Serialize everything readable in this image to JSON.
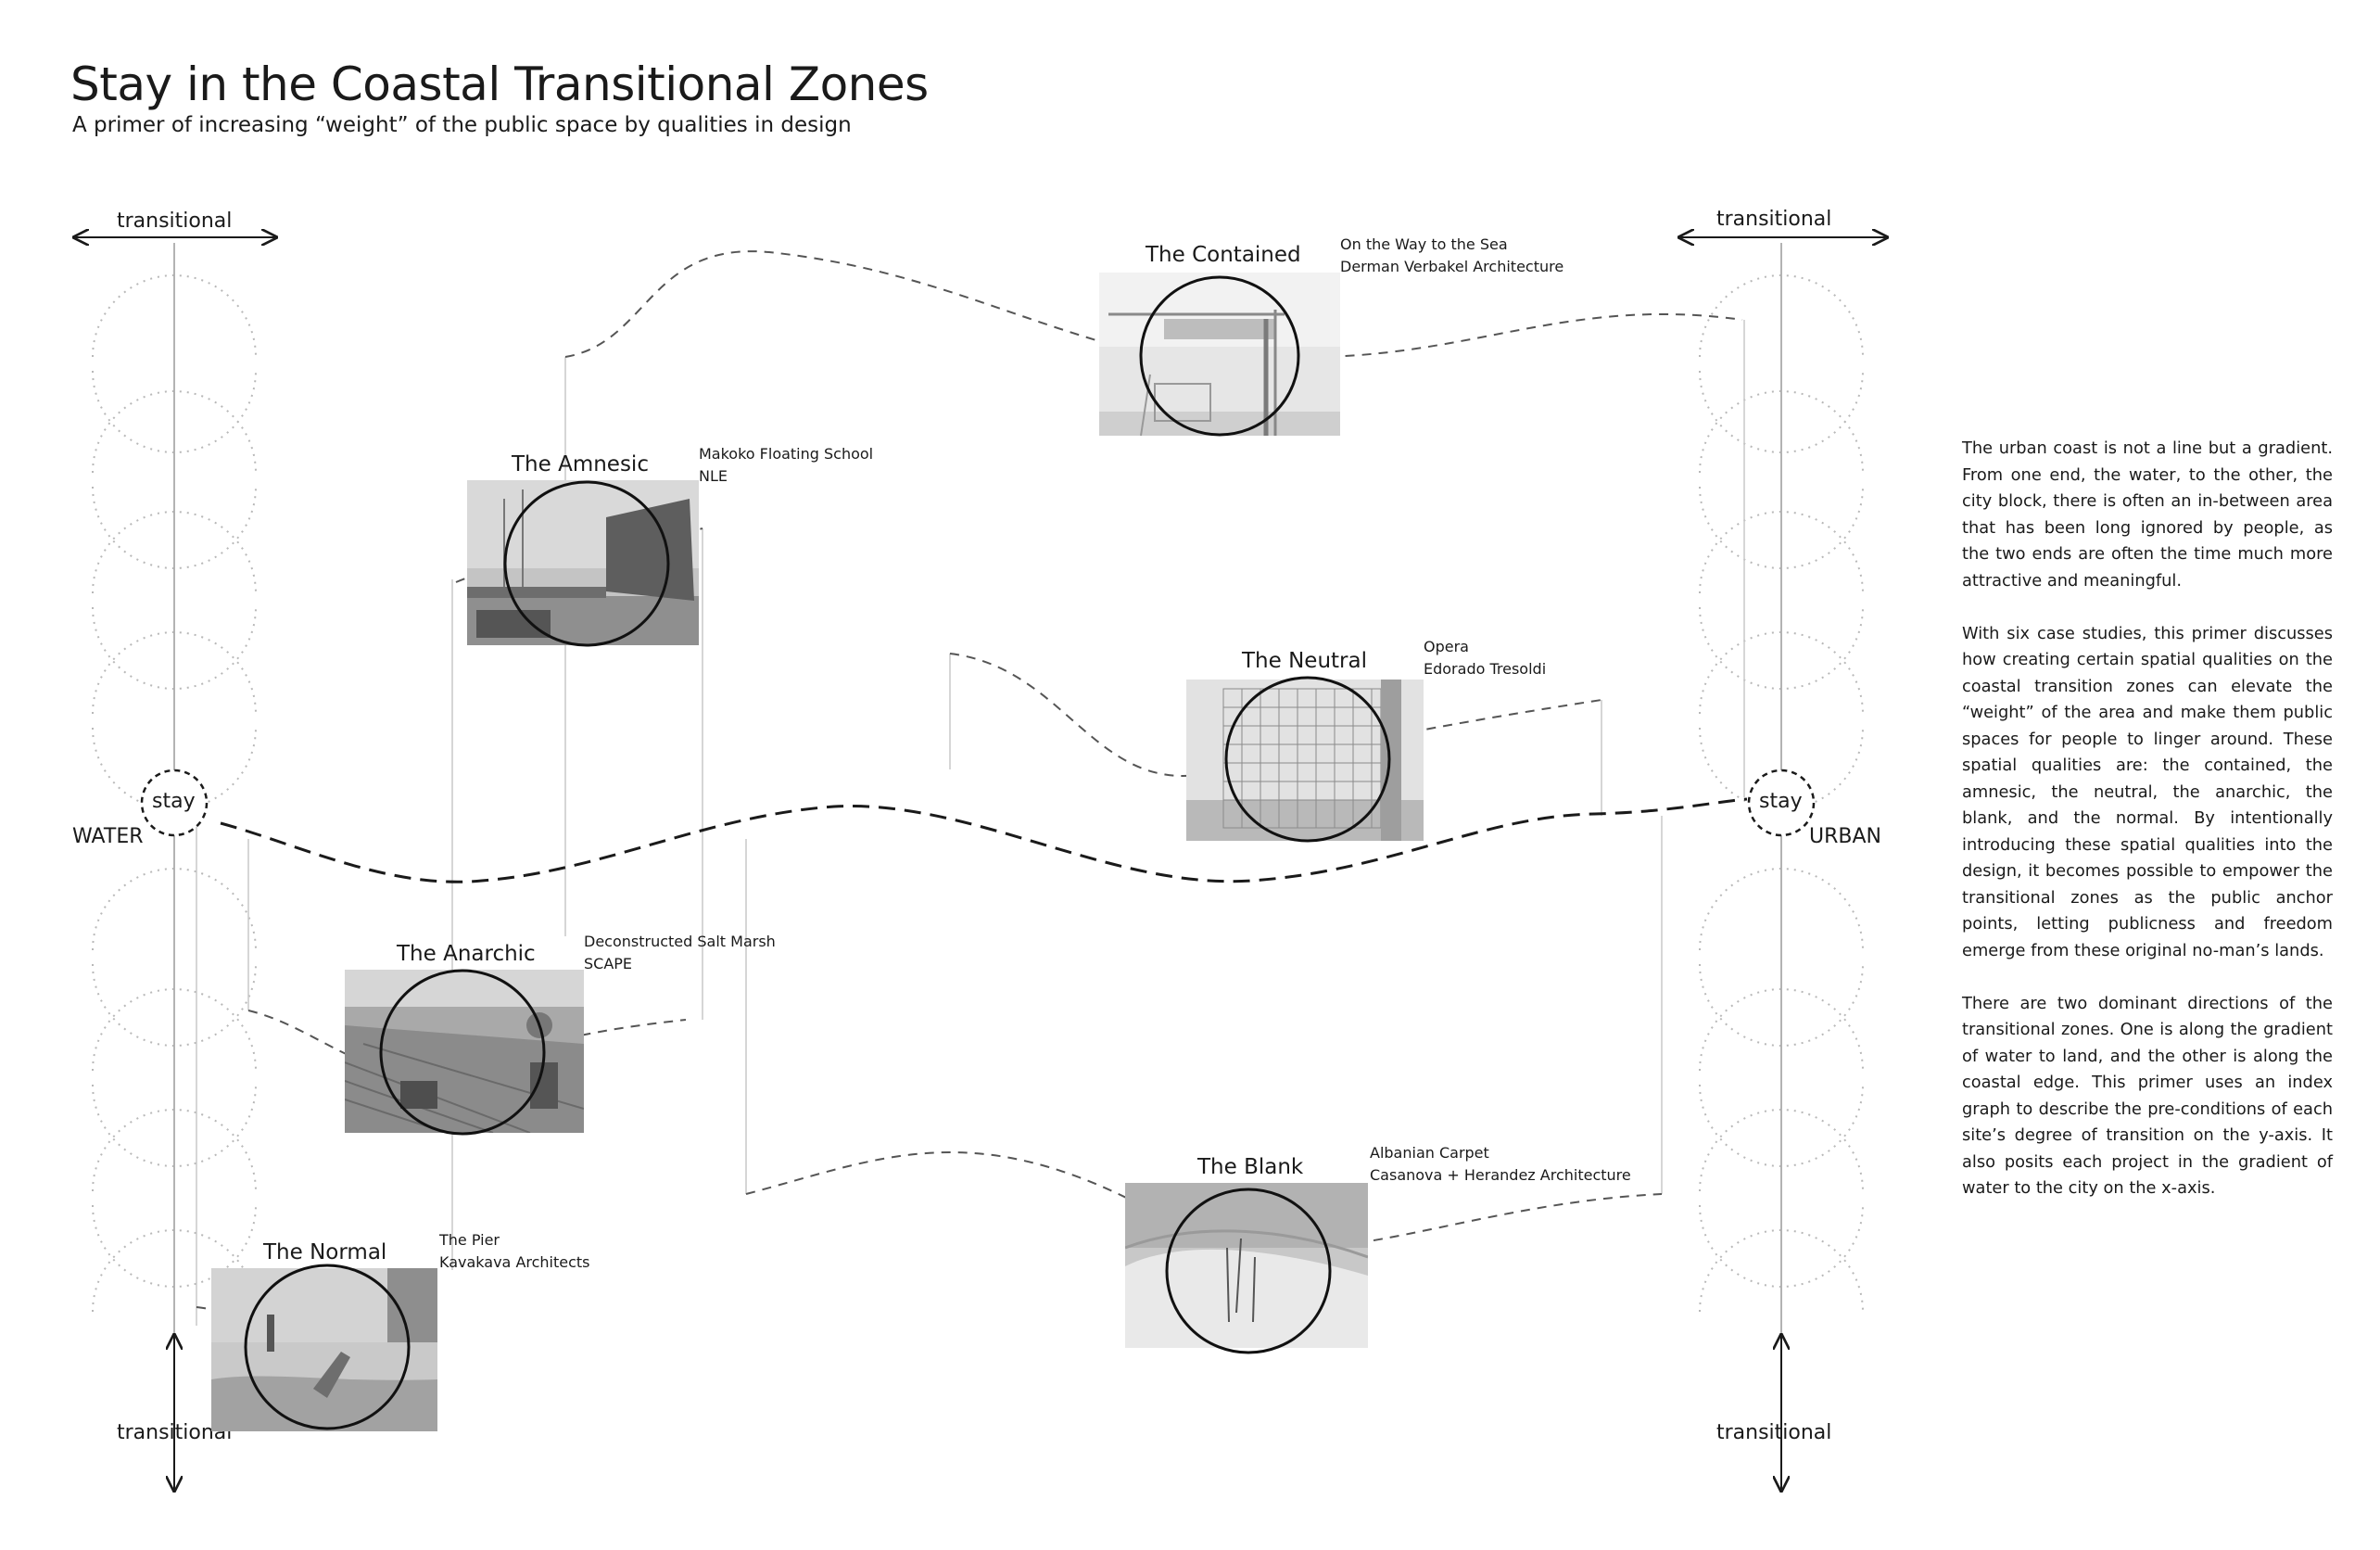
{
  "header": {
    "title": "Stay in the Coastal Transitional Zones",
    "subtitle": "A primer of increasing “weight” of the public space by qualities in design"
  },
  "axes": {
    "transitional_label": "transitional",
    "stay_label": "stay",
    "water_label": "WATER",
    "urban_label": "URBAN"
  },
  "cases": [
    {
      "name": "The Contained",
      "project": "On the Way to the Sea",
      "architect": "Derman Verbakel Architecture",
      "icon": "canopy-photo-icon"
    },
    {
      "name": "The Amnesic",
      "project": "Makoko Floating School",
      "architect": "NLE",
      "icon": "floating-school-photo-icon"
    },
    {
      "name": "The Neutral",
      "project": "Opera",
      "architect": "Edorado Tresoldi",
      "icon": "wire-mesh-photo-icon"
    },
    {
      "name": "The Anarchic",
      "project": "Deconstructed Salt Marsh",
      "architect": "SCAPE",
      "icon": "salt-marsh-photo-icon"
    },
    {
      "name": "The Blank",
      "project": "Albanian Carpet",
      "architect": "Casanova + Herandez Architecture",
      "icon": "carpet-photo-icon"
    },
    {
      "name": "The Normal",
      "project": "The Pier",
      "architect": "Kavakava Architects",
      "icon": "pier-photo-icon"
    }
  ],
  "text": {
    "paragraphs": [
      "The urban coast is not a line but a gradient. From one end, the water, to the other, the city block, there is often an in-between area that has been long ignored by people, as the two ends are often the time much more attractive and meaningful.",
      "With six case studies, this primer discusses how creating certain spatial qualities on the coastal transition zones can elevate the “weight” of the area and make them public spaces for people to linger around. These spatial qualities are: the contained, the amnesic, the neutral, the anarchic, the blank, and the normal. By intentionally introducing these spatial qualities into the design, it becomes possible to empower the transitional zones as the public anchor points, letting publicness and freedom emerge from these original no-man’s lands.",
      "There are two dominant directions of the transitional zones. One is along the gradient of water to land, and the other is along the coastal edge.  This primer uses an index graph to describe the pre-conditions of each site’s degree of transition on the y-axis. It also posits each project in the gradient of water to the city on the x-axis."
    ]
  }
}
